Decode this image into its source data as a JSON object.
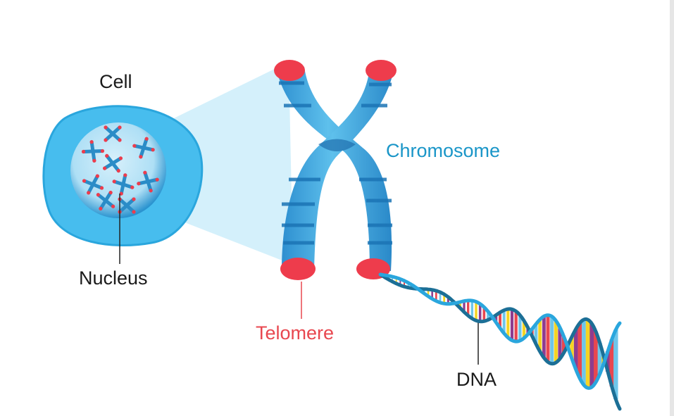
{
  "labels": {
    "cell": "Cell",
    "nucleus": "Nucleus",
    "chromosome": "Chromosome",
    "telomere": "Telomere",
    "dna": "DNA"
  },
  "colors": {
    "chromosome_blue": "#3aa6dd",
    "chromosome_dark": "#1f7fbf",
    "telomere_red": "#ee3c4c",
    "cell_fill": "#46bdee",
    "nucleus_fill": "#b6e3f6",
    "zoom_cone": "#cfeefb",
    "dna_backbone": "#1c6f96",
    "base_pair_colors": [
      "#f5d423",
      "#8e3c8f",
      "#e8474f",
      "#6ec6ea"
    ]
  }
}
